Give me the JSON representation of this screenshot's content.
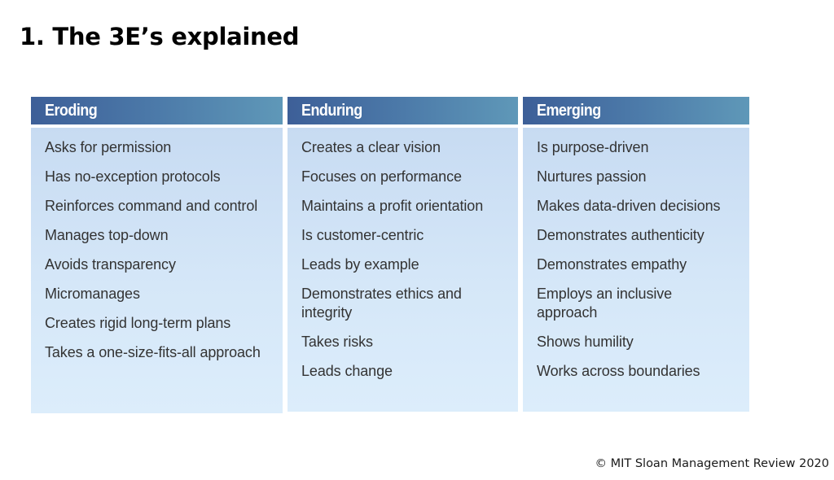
{
  "title": "1. The 3E’s explained",
  "columns": [
    {
      "heading": "Eroding",
      "items": [
        "Asks for permission",
        "Has no-exception protocols",
        "Reinforces command and control",
        "Manages top-down",
        "Avoids transparency",
        "Micromanages",
        "Creates rigid long-term plans",
        "Takes a one-size-fits-all approach"
      ]
    },
    {
      "heading": "Enduring",
      "items": [
        "Creates a clear vision",
        "Focuses on performance",
        "Maintains a profit orientation",
        "Is customer-centric",
        "Leads by example",
        "Demonstrates ethics and integrity",
        "Takes risks",
        "Leads change"
      ]
    },
    {
      "heading": "Emerging",
      "items": [
        "Is purpose-driven",
        "Nurtures passion",
        "Makes data-driven decisions",
        "Demonstrates authenticity",
        "Demonstrates empathy",
        "Employs an inclusive approach",
        "Shows humility",
        "Works across boundaries"
      ]
    }
  ],
  "footer": {
    "copyright": "© MIT Sloan Management Review 2020"
  },
  "colors": {
    "header_start": "#3d5f98",
    "header_end": "#5f98b8",
    "body_bg": "#d5e7f8",
    "item_text": "#333333"
  }
}
